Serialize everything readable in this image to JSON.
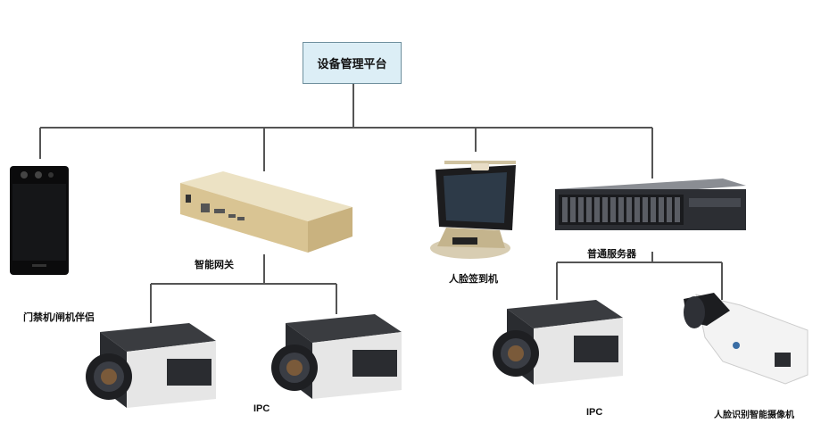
{
  "root": {
    "label": "设备管理平台"
  },
  "devices": {
    "access": {
      "label": "门禁机/闸机伴侣",
      "icon": "access-terminal-icon"
    },
    "gateway": {
      "label": "智能网关",
      "icon": "gateway-box-icon"
    },
    "checkin": {
      "label": "人脸签到机",
      "icon": "checkin-terminal-icon"
    },
    "server": {
      "label": "普通服务器",
      "icon": "rack-server-icon"
    },
    "ipc_left_group": {
      "label": "IPC",
      "icon": "box-camera-icon"
    },
    "ipc_right": {
      "label": "IPC",
      "icon": "box-camera-icon"
    },
    "face_cam": {
      "label": "人脸识别智能摄像机",
      "icon": "bullet-camera-icon"
    }
  },
  "colors": {
    "line": "#555555",
    "root_fill": "#dceef6",
    "root_border": "#6e8f9d",
    "gold": "#d9c493",
    "camera_dark": "#2a2c30"
  }
}
